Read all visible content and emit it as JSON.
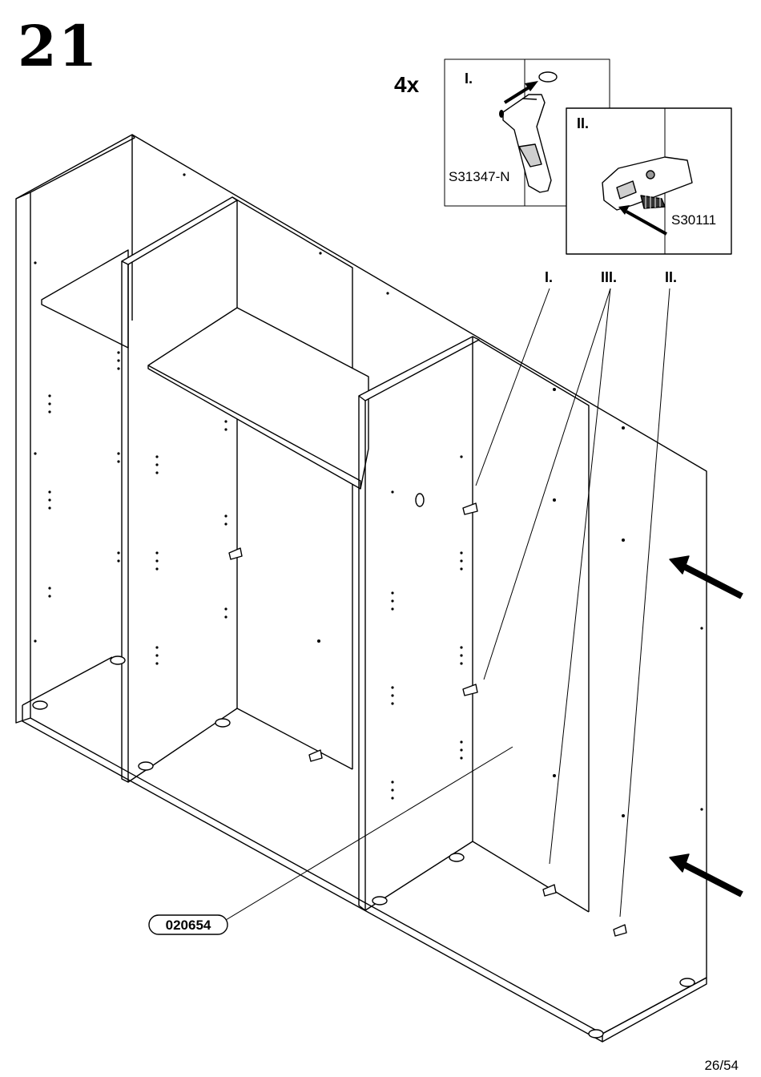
{
  "step": {
    "number": "21"
  },
  "hardware": {
    "quantity": "4x",
    "detail_one": {
      "label": "I.",
      "part_code": "S31347-N"
    },
    "detail_two": {
      "label": "II.",
      "part_code": "S30111"
    }
  },
  "callouts": [
    "I.",
    "III.",
    "II."
  ],
  "panel_code": "020654",
  "page": "26/54"
}
